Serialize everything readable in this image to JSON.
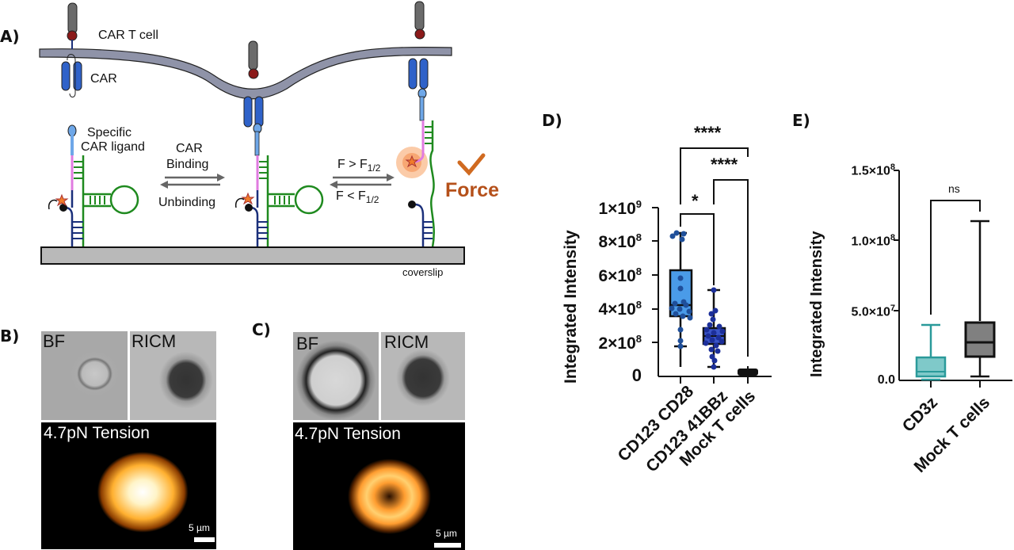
{
  "panels": {
    "A": {
      "label": "A)",
      "cell_label": "CAR T cell",
      "car_label": "CAR",
      "ligand_label_line1": "Specific",
      "ligand_label_line2": "CAR ligand",
      "binding_top": "CAR",
      "binding_mid": "Binding",
      "binding_bottom": "Unbinding",
      "force_top": "F > F",
      "force_top_sub": "1/2",
      "force_bottom": "F < F",
      "force_bottom_sub": "1/2",
      "force_word": "Force",
      "coverslip": "coverslip",
      "colors": {
        "membrane": "#8f93a8",
        "car": "#2f62c9",
        "antigen": "#6b6b6b",
        "node": "#8b1a1a",
        "ligand": "#6ea7e8",
        "pink": "#e07be0",
        "green": "#1f8a1f",
        "navy": "#1a2f7a",
        "force": "#b5501a",
        "coverslip": "#b9b9b9"
      }
    },
    "B": {
      "label": "B)",
      "bf": "BF",
      "ricm": "RICM",
      "tension": "4.7pN Tension",
      "scale": "5 µm"
    },
    "C": {
      "label": "C)",
      "bf": "BF",
      "ricm": "RICM",
      "tension": "4.7pN Tension",
      "scale": "5 µm"
    },
    "D": {
      "label": "D)"
    },
    "E": {
      "label": "E)"
    }
  },
  "chart_data": [
    {
      "panel": "D",
      "type": "box",
      "title": "",
      "ylabel": "Integrated Intensity",
      "xlabel": "",
      "ylim": [
        0,
        1000000000
      ],
      "yticks": [
        "0",
        "2×10⁸",
        "4×10⁸",
        "6×10⁸",
        "8×10⁸",
        "1×10⁹"
      ],
      "categories": [
        "CD123 CD28",
        "CD123 41BBz",
        "Mock T cells"
      ],
      "series": [
        {
          "name": "CD123 CD28",
          "color": "#4a9be8",
          "min": 180000000,
          "q1": 360000000,
          "median": 425000000,
          "q3": 630000000,
          "max": 850000000,
          "points": [
            850000000,
            840000000,
            820000000,
            800000000,
            580000000,
            520000000,
            430000000,
            420000000,
            410000000,
            400000000,
            390000000,
            380000000,
            370000000,
            360000000,
            340000000,
            270000000,
            210000000,
            180000000
          ]
        },
        {
          "name": "CD123 41BBz",
          "color": "#2a3fae",
          "min": 55000000,
          "q1": 195000000,
          "median": 240000000,
          "q3": 285000000,
          "max": 510000000,
          "points": [
            510000000,
            390000000,
            370000000,
            340000000,
            310000000,
            290000000,
            280000000,
            270000000,
            260000000,
            250000000,
            240000000,
            230000000,
            220000000,
            210000000,
            200000000,
            180000000,
            150000000,
            120000000,
            90000000,
            55000000
          ]
        },
        {
          "name": "Mock T cells",
          "color": "#111111",
          "min": 15000000,
          "q1": 20000000,
          "median": 30000000,
          "q3": 40000000,
          "max": 50000000,
          "points": []
        }
      ],
      "significance": [
        {
          "from": "CD123 CD28",
          "to": "CD123 41BBz",
          "label": "*"
        },
        {
          "from": "CD123 41BBz",
          "to": "Mock T cells",
          "label": "****"
        },
        {
          "from": "CD123 CD28",
          "to": "Mock T cells",
          "label": "****"
        }
      ]
    },
    {
      "panel": "E",
      "type": "box",
      "title": "",
      "ylabel": "Integrated Intensity",
      "xlabel": "",
      "ylim": [
        0,
        150000000
      ],
      "yticks": [
        "0.0",
        "5.0×10⁷",
        "1.0×10⁸",
        "1.5×10⁸"
      ],
      "categories": [
        "CD3z",
        "Mock T cells"
      ],
      "series": [
        {
          "name": "CD3z",
          "color": "#7fc9c9",
          "edge": "#2a9a9a",
          "min": 0,
          "q1": 3000000,
          "median": 6000000,
          "q3": 16000000,
          "max": 40000000
        },
        {
          "name": "Mock T cells",
          "color": "#808080",
          "edge": "#111111",
          "min": 2500000,
          "q1": 17000000,
          "median": 27000000,
          "q3": 41000000,
          "max": 114000000
        }
      ],
      "significance": [
        {
          "from": "CD3z",
          "to": "Mock T cells",
          "label": "ns"
        }
      ]
    }
  ],
  "chart_text": {
    "D": {
      "ylabel": "Integrated Intensity",
      "ticks": [
        "0",
        "2×10",
        "4×10",
        "6×10",
        "8×10",
        "1×10"
      ],
      "tick_exp": [
        "",
        "8",
        "8",
        "8",
        "8",
        "9"
      ],
      "cats": [
        "CD123 CD28",
        "CD123 41BBz",
        "Mock T cells"
      ],
      "sig1": "*",
      "sig2": "****",
      "sig3": "****"
    },
    "E": {
      "ylabel": "Integrated Intensity",
      "ticks": [
        "0.0",
        "5.0×10",
        "1.0×10",
        "1.5×10"
      ],
      "tick_exp": [
        "",
        "7",
        "8",
        "8"
      ],
      "cats": [
        "CD3z",
        "Mock T cells"
      ],
      "sig": "ns"
    }
  }
}
